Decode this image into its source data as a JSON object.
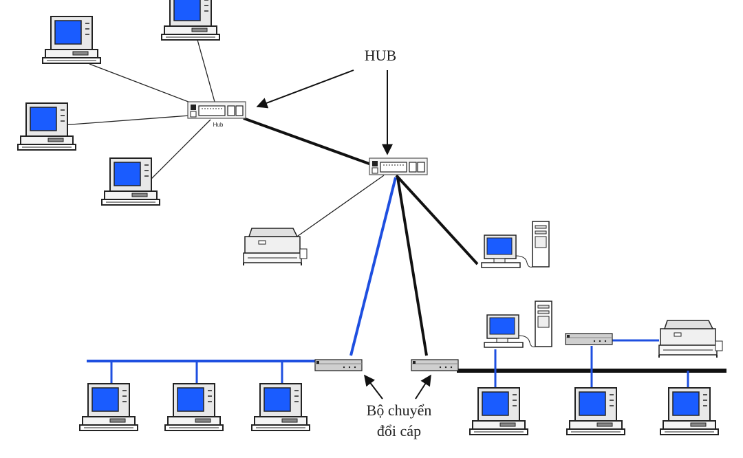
{
  "labels": {
    "hub_callout": "HUB",
    "hub_device": "Hub",
    "converter_line1": "Bộ chuyển",
    "converter_line2": "đổi cáp"
  },
  "colors": {
    "screen": "#1a5cff",
    "blue_cable": "#1e4fe0",
    "black_cable": "#111111",
    "device_gray": "#d8d8d8",
    "outline": "#222222"
  },
  "icons": {
    "computer": "desktop-computer-icon",
    "tower": "tower-computer-icon",
    "printer": "printer-icon",
    "hub": "hub-icon",
    "converter": "cable-converter-icon"
  }
}
